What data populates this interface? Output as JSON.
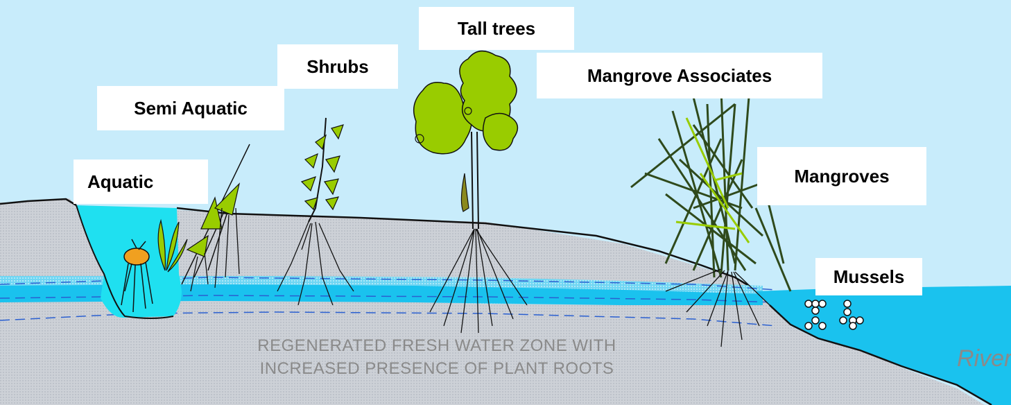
{
  "labels": {
    "tall_trees": "Tall trees",
    "shrubs": "Shrubs",
    "mangrove_associates": "Mangrove Associates",
    "semi_aquatic": "Semi Aquatic",
    "aquatic": "Aquatic",
    "mangroves": "Mangroves",
    "mussels": "Mussels"
  },
  "zone_text": {
    "line1": "REGENERATED FRESH WATER ZONE WITH",
    "line2": "INCREASED PRESENCE OF PLANT ROOTS"
  },
  "river_label": "River",
  "colors": {
    "sky": "#c8ecfb",
    "ground": "#c9cdd3",
    "water": "#1ac2ee",
    "pond": "#1fe0f0",
    "leaf": "#99cc00",
    "leaf_dark": "#556b2f",
    "grass": "#3d5a2a",
    "flower": "#f0a020"
  }
}
